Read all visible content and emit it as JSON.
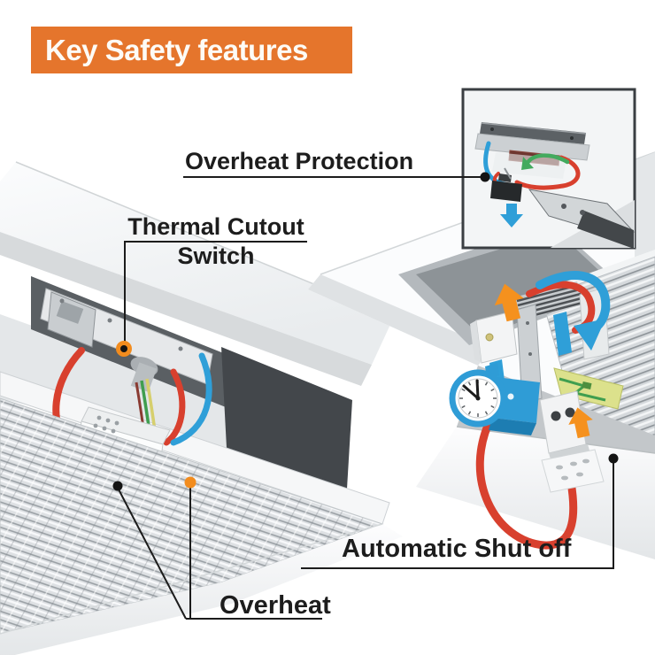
{
  "banner": {
    "title": "Key Safety features",
    "bg_color": "#E5752C",
    "text_color": "#FDFBF6"
  },
  "labels": {
    "overheat_protection": "Overheat Protection",
    "thermal_cutout_line1": "Thermal Cutout",
    "thermal_cutout_line2": "Switch",
    "automatic_shutoff": "Automatic Shut off",
    "overheat": "Overheat"
  },
  "colors": {
    "leader_line": "#1C1C1C",
    "marker_black": "#141414",
    "marker_orange": "#F28C1E",
    "wire_red": "#D8402E",
    "wire_blue": "#2F9FD8",
    "arrow_orange": "#F5911E",
    "arrow_green": "#43AA5E",
    "arrow_blue": "#2F9FD8",
    "clock_blue": "#2F9CD6",
    "ground_yellow": "#DCE18C"
  }
}
